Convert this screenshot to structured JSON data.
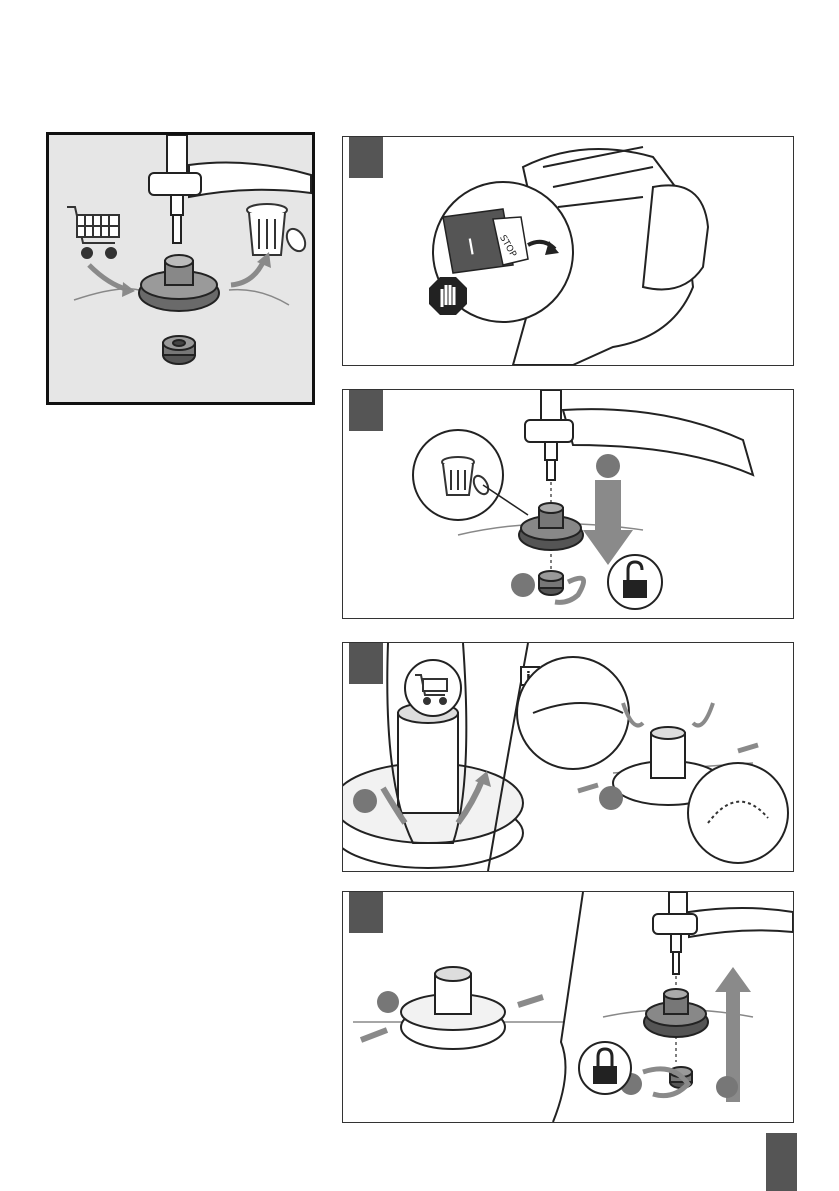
{
  "overview": {
    "icons": [
      "shopping-cart-icon",
      "trash-can-icon",
      "trimmer-head-icon",
      "spool-nut-icon"
    ]
  },
  "steps": [
    {
      "icons": [
        "switch-decal-icon",
        "stop-hand-icon",
        "trimmer-engine-icon"
      ]
    },
    {
      "icons": [
        "trash-can-icon",
        "unlock-icon",
        "spool-nut-icon"
      ]
    },
    {
      "icons": [
        "shopping-cart-icon",
        "info-icon"
      ],
      "info_label": "i"
    },
    {
      "icons": [
        "lock-icon",
        "spool-nut-icon",
        "up-arrow-icon"
      ]
    }
  ],
  "switch_decal": {
    "letter": "I",
    "stop_text": "STOP"
  },
  "colors": {
    "panel_bg": "#e6e6e6",
    "step_tab": "#555555",
    "arrow_gray": "#8a8a8a",
    "part_dark": "#3a3a3a"
  }
}
